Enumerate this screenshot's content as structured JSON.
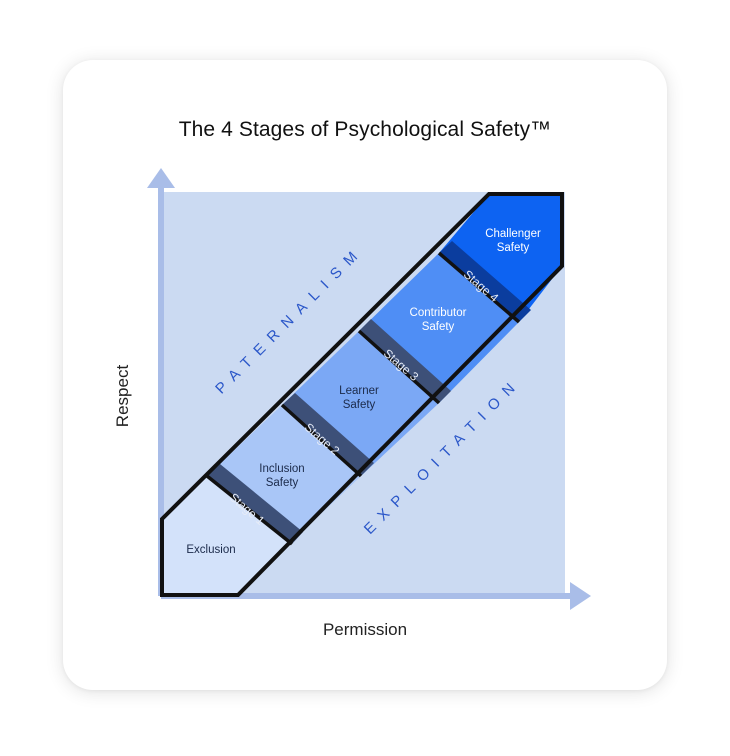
{
  "title": "The 4 Stages of Psychological Safety™",
  "axes": {
    "x_label": "Permission",
    "y_label": "Respect"
  },
  "zones": {
    "upper": "PATERNALISM",
    "lower": "EXPLOITATION"
  },
  "stages": [
    {
      "name_line1": "Exclusion",
      "name_line2": "",
      "tag": ""
    },
    {
      "name_line1": "Inclusion",
      "name_line2": "Safety",
      "tag": "Stage 1"
    },
    {
      "name_line1": "Learner",
      "name_line2": "Safety",
      "tag": "Stage 2"
    },
    {
      "name_line1": "Contributor",
      "name_line2": "Safety",
      "tag": "Stage 3"
    },
    {
      "name_line1": "Challenger",
      "name_line2": "Safety",
      "tag": "Stage 4"
    }
  ],
  "colors": {
    "quadrant_bg": "#cbdaf2",
    "axis_arrow": "#a9bde8",
    "exclusion": "#d3e2fa",
    "inclusion": "#a9c6f7",
    "learner": "#7ba8f5",
    "contributor": "#4f8ef5",
    "challenger": "#0d63f2",
    "tag_band": "#3d5078",
    "tag_band_last": "#0b3d9e",
    "outline": "#111111"
  }
}
